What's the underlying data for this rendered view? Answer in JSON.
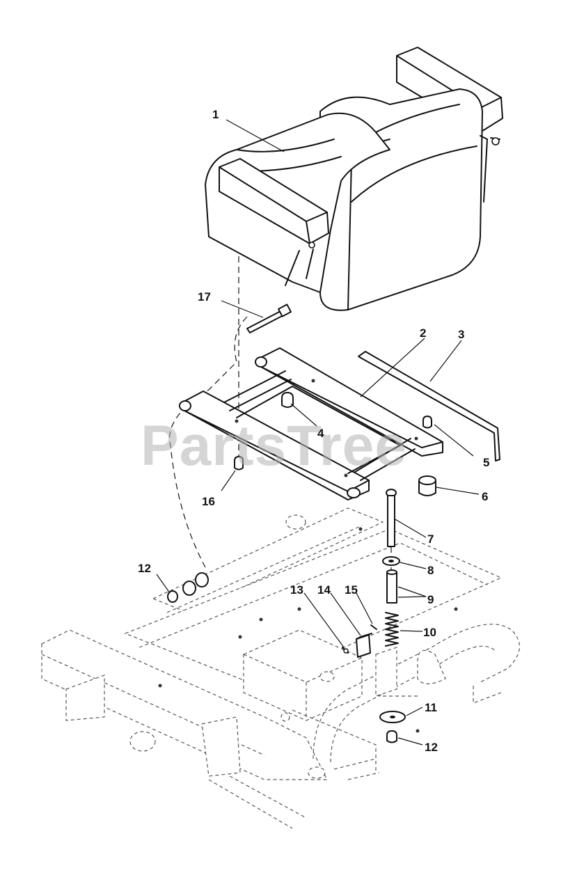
{
  "watermark": "PartsTree",
  "callouts": [
    "1",
    "2",
    "3",
    "4",
    "5",
    "6",
    "7",
    "8",
    "9",
    "10",
    "11",
    "12",
    "13",
    "14",
    "15",
    "16",
    "17",
    "12"
  ],
  "colors": {
    "ink": "#111111",
    "watermark": "#b4b4b4",
    "background": "#ffffff"
  }
}
